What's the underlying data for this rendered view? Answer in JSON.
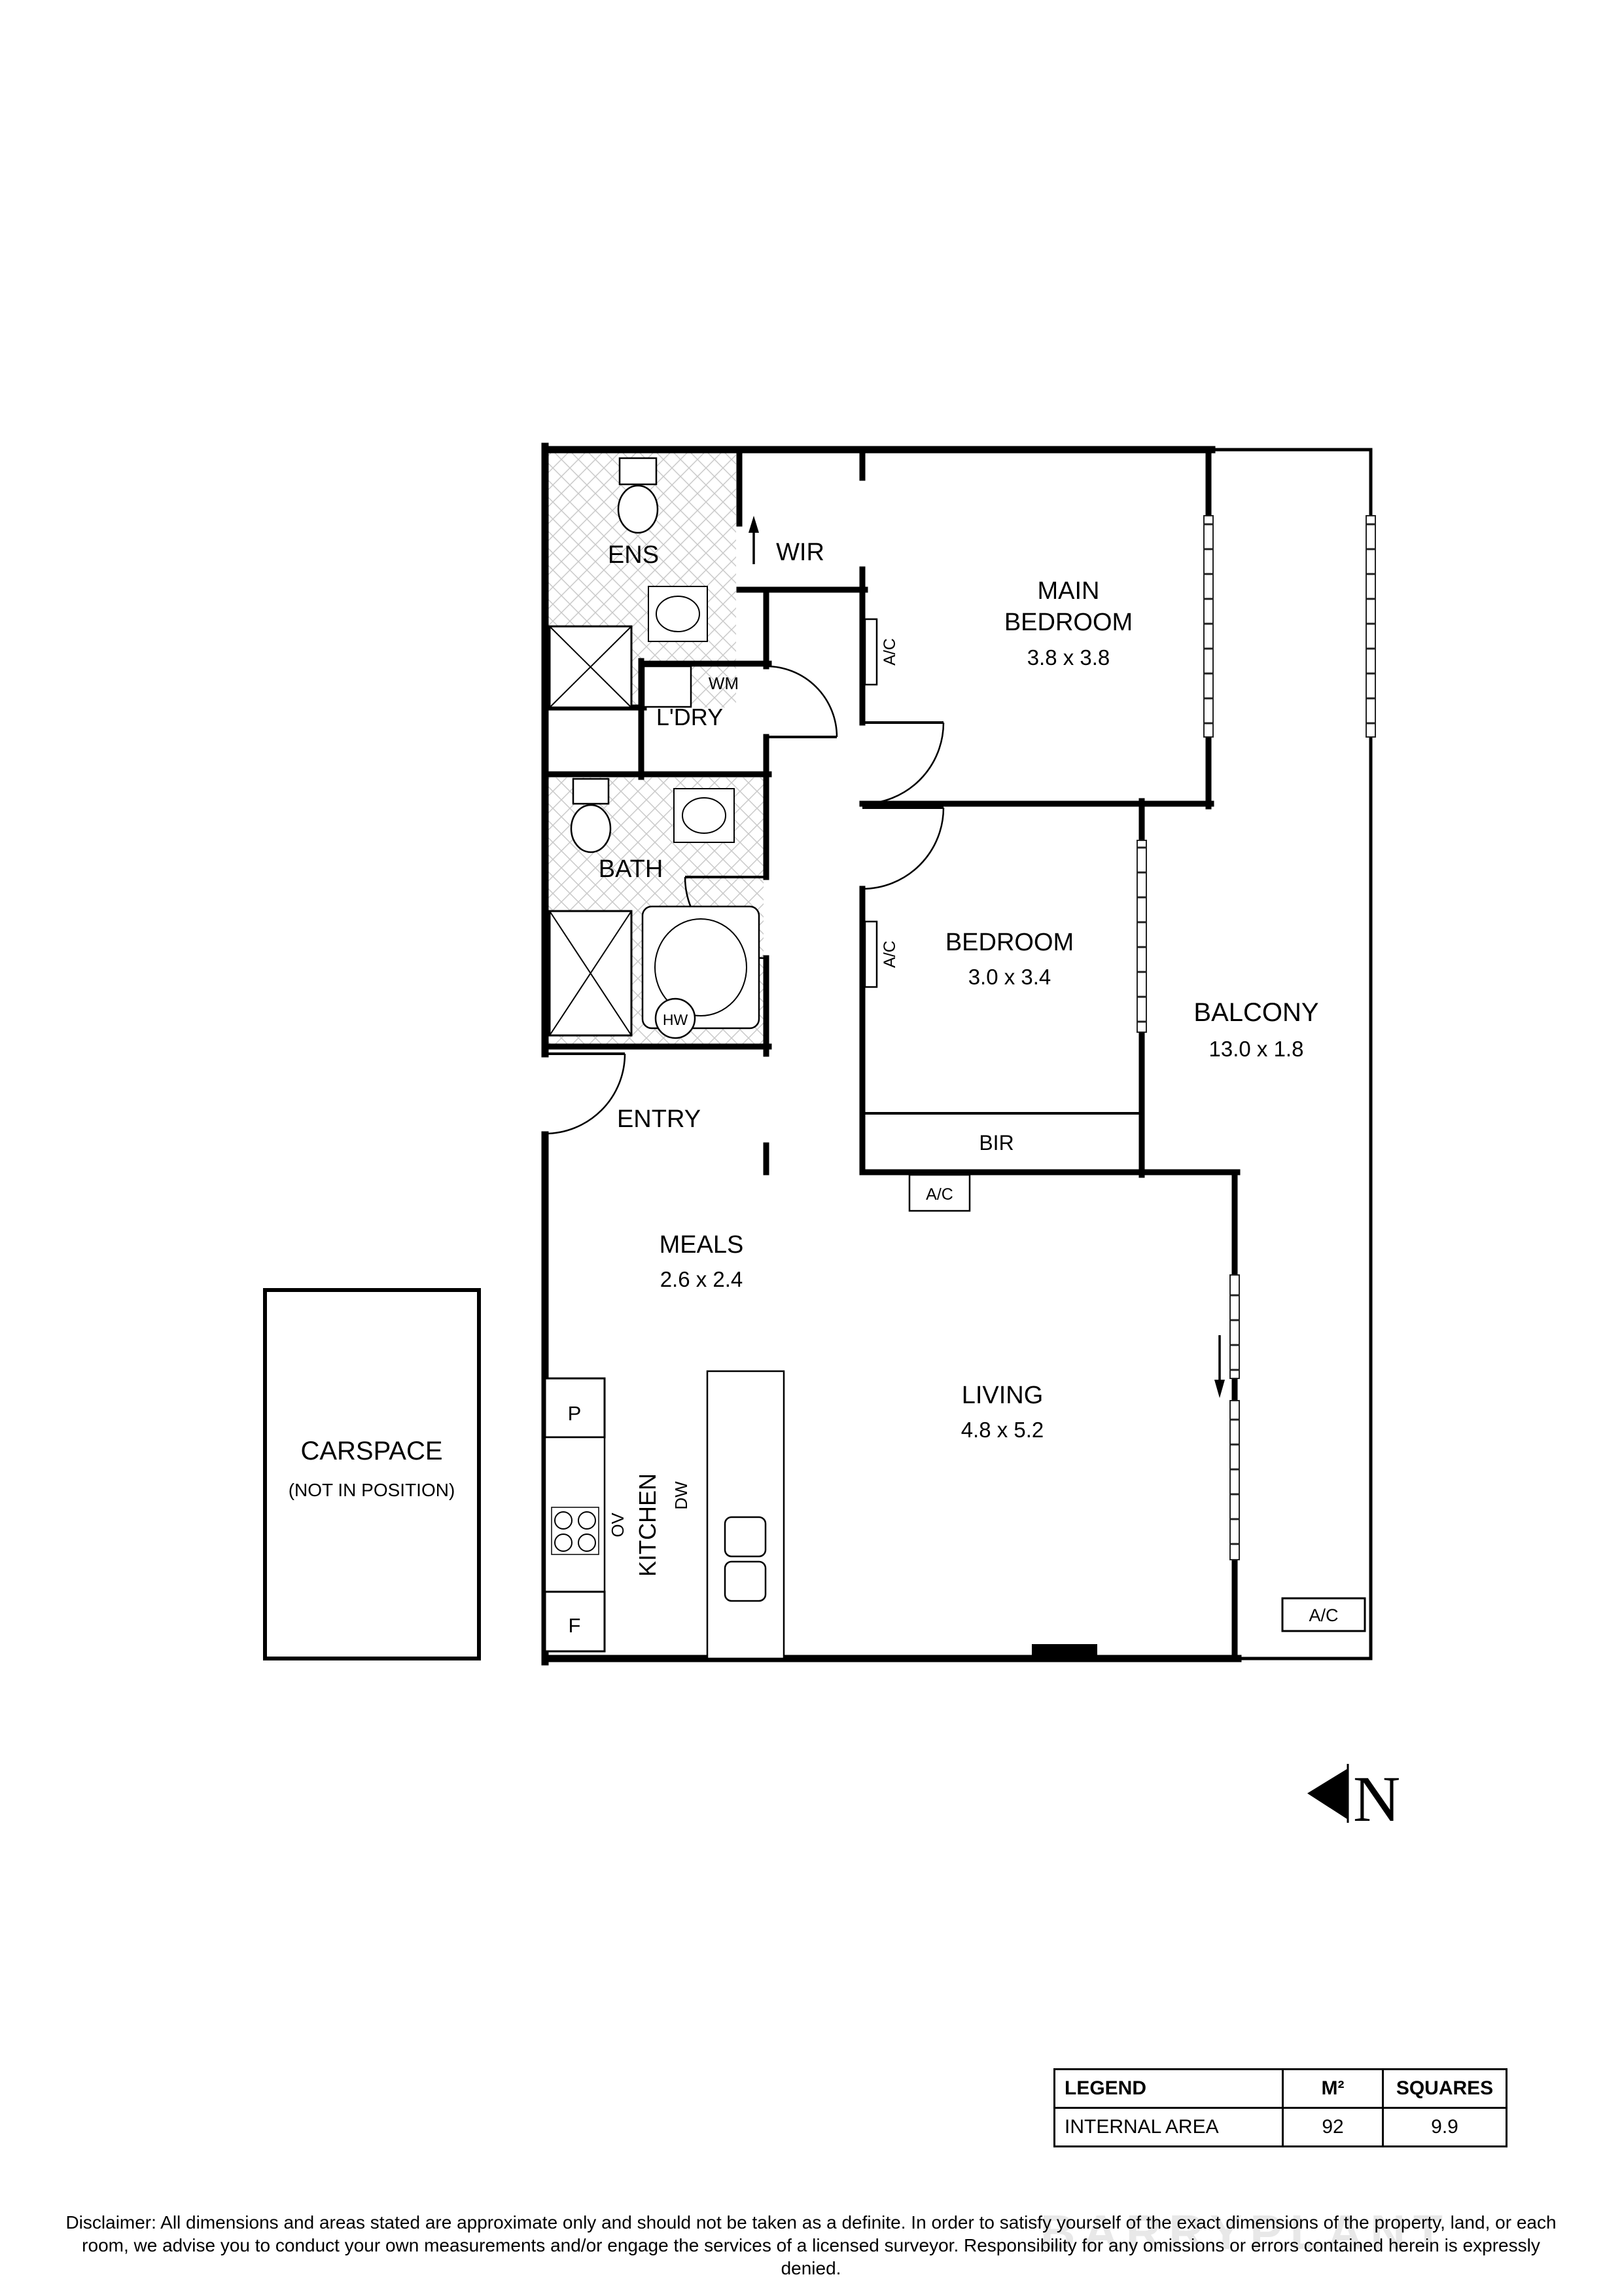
{
  "plan": {
    "rooms": {
      "ens": {
        "label": "ENS"
      },
      "wir": {
        "label": "WIR"
      },
      "main_bedroom": {
        "line1": "MAIN",
        "line2": "BEDROOM",
        "dims": "3.8 x 3.8"
      },
      "bedroom": {
        "label": "BEDROOM",
        "dims": "3.0 x 3.4"
      },
      "balcony": {
        "label": "BALCONY",
        "dims": "13.0 x 1.8"
      },
      "laundry": {
        "label": "L'DRY"
      },
      "bath": {
        "label": "BATH"
      },
      "entry": {
        "label": "ENTRY"
      },
      "meals": {
        "label": "MEALS",
        "dims": "2.6 x 2.4"
      },
      "living": {
        "label": "LIVING",
        "dims": "4.8 x 5.2"
      },
      "kitchen": {
        "label": "KITCHEN"
      },
      "bir": {
        "label": "BIR"
      },
      "carspace": {
        "label": "CARSPACE",
        "note": "(NOT IN POSITION)"
      }
    },
    "fixtures": {
      "wm": "WM",
      "hw": "HW",
      "ov": "OV",
      "dw": "DW",
      "pantry": "P",
      "fridge": "F",
      "ac": "A/C"
    },
    "compass_n": "N"
  },
  "legend": {
    "col_legend": "LEGEND",
    "col_m2": "M²",
    "col_squares": "SQUARES",
    "row_label": "INTERNAL AREA",
    "row_m2": "92",
    "row_squares": "9.9"
  },
  "disclaimer": "Disclaimer: All dimensions and areas stated are approximate only and should not be taken as a definite. In order to satisfy yourself of the exact dimensions of the property, land, or each room, we advise you to conduct your own measurements and/or engage the services of a licensed surveyor. Responsibility for any omissions or errors contained herein is expressly denied.",
  "watermark": "BARRYPLANT"
}
